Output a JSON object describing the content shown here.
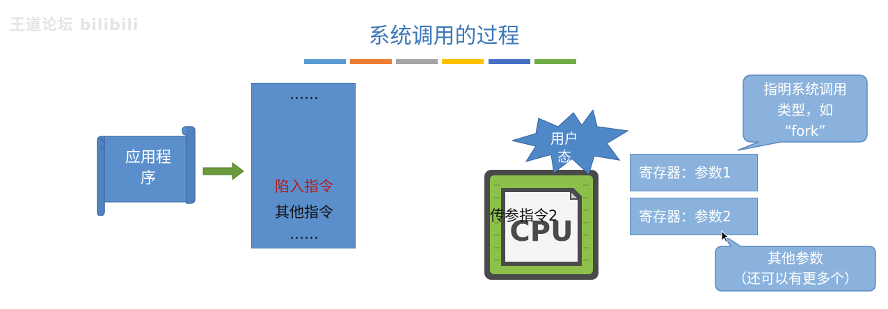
{
  "watermark": "王道论坛 bilibili",
  "title": "系统调用的过程",
  "color_bars": [
    "#5b9bd5",
    "#ed7d31",
    "#a5a5a5",
    "#ffc000",
    "#4472c4",
    "#70ad47"
  ],
  "app_program": {
    "line1": "应用程",
    "line2": "序"
  },
  "instructions": {
    "dots_top": "……",
    "trap": "陷入指令",
    "other": "其他指令",
    "dots_bottom": "……"
  },
  "user_mode": {
    "line1": "用户",
    "line2": "态"
  },
  "cpu": {
    "chip_text": "CPU",
    "overlay": "传参指令2"
  },
  "registers": [
    {
      "label": "寄存器：参数1"
    },
    {
      "label": "寄存器：参数2"
    }
  ],
  "callout_syscall_type": {
    "line1": "指明系统调用",
    "line2": "类型，如",
    "line3": "“fork”"
  },
  "callout_other_params": {
    "line1": "其他参数",
    "line2": "（还可以有更多个）"
  }
}
